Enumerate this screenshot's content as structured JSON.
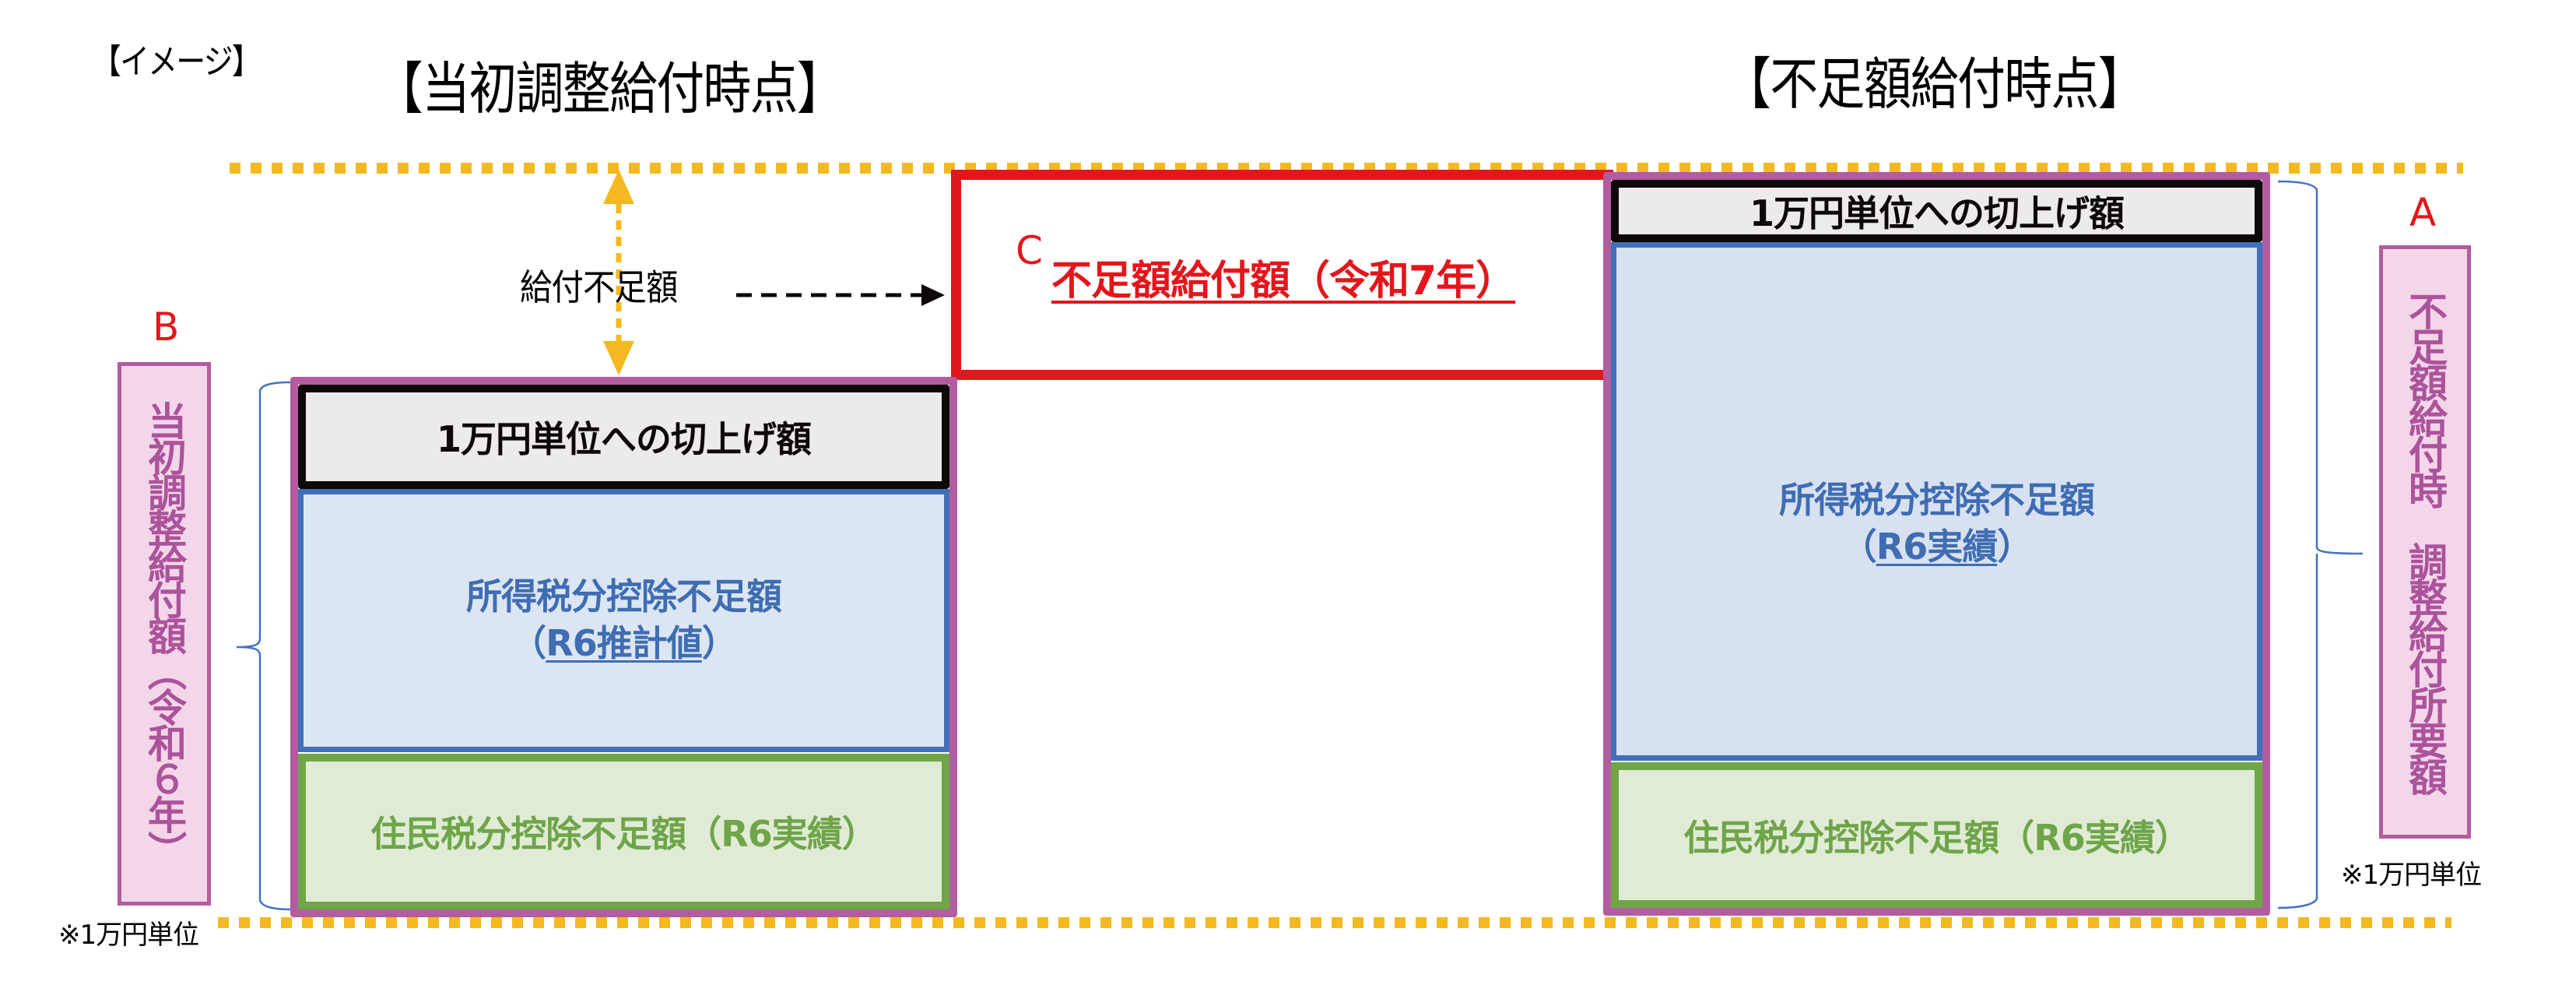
{
  "header": {
    "image_tag": "【イメージ】",
    "left_title": "【当初調整給付時点】",
    "right_title": "【不足額給付時点】"
  },
  "left_stack": {
    "roundup_label": "1万円単位への切上げ額",
    "income_tax_label": "所得税分控除不足額",
    "income_tax_open": "（",
    "income_tax_basis": "R6推計値",
    "income_tax_close": "）",
    "resident_tax_label": "住民税分控除不足額（R6実績）"
  },
  "right_stack": {
    "roundup_label": "1万円単位への切上げ額",
    "income_tax_label": "所得税分控除不足額",
    "income_tax_open": "（",
    "income_tax_basis": "R6実績",
    "income_tax_close": "）",
    "resident_tax_label": "住民税分控除不足額（R6実績）"
  },
  "shortfall": {
    "gap_label": "給付不足額",
    "letter": "C",
    "label": "不足額給付額（令和7年）"
  },
  "label_b": {
    "letter": "B",
    "text": "当初調整給付額（令和６年）",
    "note": "※1万円単位"
  },
  "label_a": {
    "letter": "A",
    "text": "不足額給付時　調整給付所要額",
    "note": "※1万円単位"
  },
  "colors": {
    "guide_dotted": "#F4B920",
    "stack_border": "#B35C9F",
    "roundup_border": "#0C0908",
    "roundup_fill": "#ECEBE9",
    "income_border": "#4170B8",
    "income_fill": "#DCE6F2",
    "income_text": "#3F6DB3",
    "resident_border": "#6EA647",
    "resident_fill": "#E0EBD5",
    "resident_text": "#6FA549",
    "shortfall_red": "#E3161B",
    "label_fill": "#F3D6E9",
    "label_text": "#AB539B",
    "bracket": "#4472C4"
  }
}
